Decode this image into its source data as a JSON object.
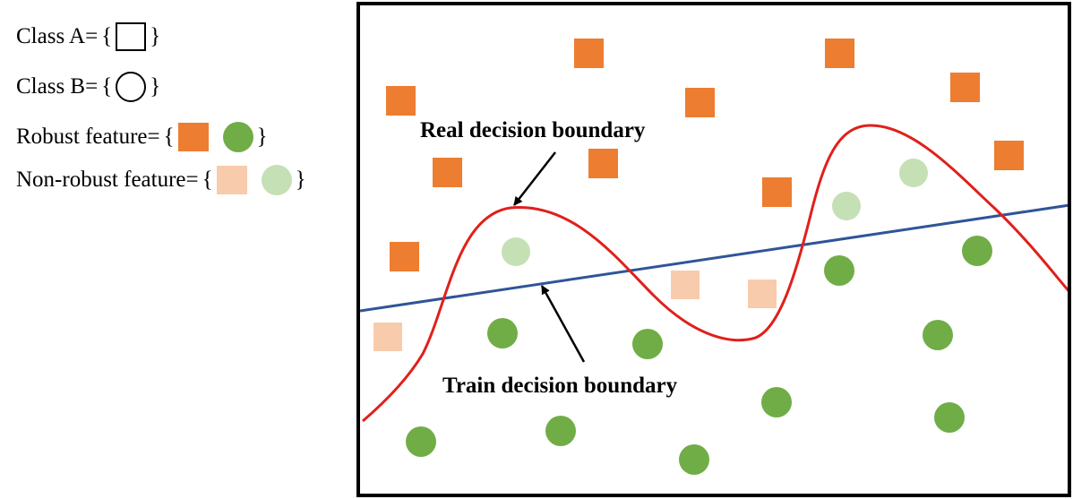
{
  "legend": {
    "class_a": {
      "label": "Class A=",
      "open": "{",
      "close": "}",
      "icon": "square-outline-icon"
    },
    "class_b": {
      "label": "Class B=",
      "open": "{",
      "close": "}",
      "icon": "circle-outline-icon"
    },
    "robust": {
      "label": "Robust feature=",
      "open": "{",
      "close": "}",
      "icons": [
        "orange-square-icon",
        "green-circle-icon"
      ]
    },
    "non_robust": {
      "label": "Non-robust feature=",
      "open": "{",
      "close": "}",
      "icons": [
        "light-orange-square-icon",
        "light-green-circle-icon"
      ]
    }
  },
  "colors": {
    "robust_square": "#ED7D31",
    "robust_circle": "#70AD47",
    "non_robust_square": "#F8CBAD",
    "non_robust_circle": "#C5E0B4",
    "real_boundary": "#E0201B",
    "train_boundary": "#2F5597",
    "arrow": "#000000"
  },
  "annotations": {
    "real": "Real decision boundary",
    "train": "Train decision boundary"
  }
}
